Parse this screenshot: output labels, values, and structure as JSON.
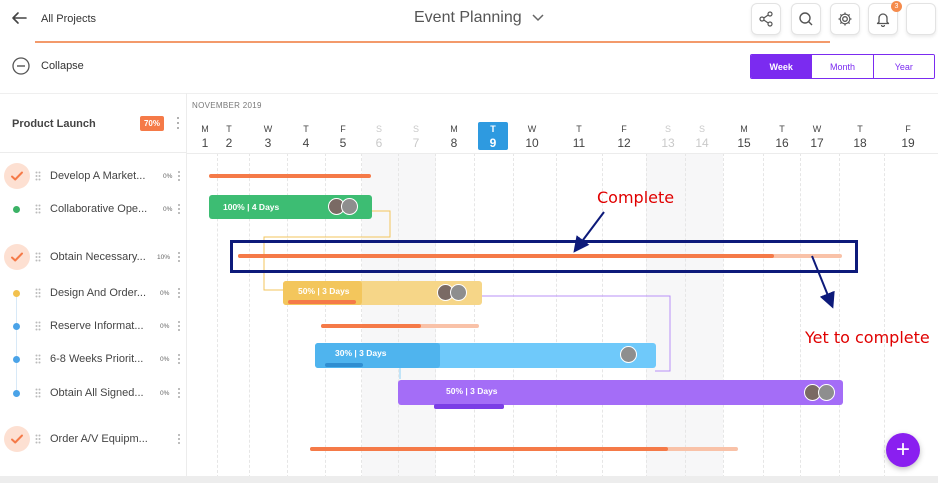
{
  "header": {
    "back_label": "All Projects",
    "title": "Event Planning",
    "notification_count": "3",
    "icons": [
      "share-icon",
      "search-icon",
      "gear-icon",
      "bell-icon"
    ]
  },
  "toolbar": {
    "collapse_label": "Collapse",
    "views": [
      "Week",
      "Month",
      "Year"
    ],
    "active_view": "Week"
  },
  "project": {
    "name": "Product Launch",
    "progress": "70%"
  },
  "tasks": [
    {
      "name": "Develop A Market...",
      "pct": "0%",
      "status": "check",
      "progress": 0.0
    },
    {
      "name": "Collaborative Ope...",
      "pct": "0%",
      "status": "dot",
      "dot_color": "#3bb266",
      "progress": 0.0
    },
    {
      "name": "Obtain Necessary...",
      "pct": "10%",
      "status": "check",
      "progress": 0.1
    },
    {
      "name": "Design And Order...",
      "pct": "0%",
      "status": "dot",
      "dot_color": "#f2c14e",
      "progress": 0.0
    },
    {
      "name": "Reserve Informat...",
      "pct": "0%",
      "status": "dot",
      "dot_color": "#4aa3e8",
      "progress": 0.0
    },
    {
      "name": "6-8 Weeks Priorit...",
      "pct": "0%",
      "status": "dot",
      "dot_color": "#4aa3e8",
      "progress": 0.0
    },
    {
      "name": "Obtain All Signed...",
      "pct": "0%",
      "status": "dot",
      "dot_color": "#4aa3e8",
      "progress": 0.0
    },
    {
      "name": "Order A/V Equipm...",
      "pct": "",
      "status": "check",
      "progress": 0.0
    }
  ],
  "timeline": {
    "month": "NOVEMBER 2019",
    "today": "9",
    "days": [
      {
        "d": "M",
        "n": "1"
      },
      {
        "d": "T",
        "n": "2"
      },
      {
        "d": "W",
        "n": "3"
      },
      {
        "d": "T",
        "n": "4"
      },
      {
        "d": "F",
        "n": "5"
      },
      {
        "d": "S",
        "n": "6",
        "weekend": true
      },
      {
        "d": "S",
        "n": "7",
        "weekend": true
      },
      {
        "d": "M",
        "n": "8"
      },
      {
        "d": "T",
        "n": "9",
        "today": true
      },
      {
        "d": "W",
        "n": "10"
      },
      {
        "d": "T",
        "n": "11"
      },
      {
        "d": "F",
        "n": "12"
      },
      {
        "d": "S",
        "n": "13",
        "weekend": true
      },
      {
        "d": "S",
        "n": "14",
        "weekend": true
      },
      {
        "d": "M",
        "n": "15"
      },
      {
        "d": "T",
        "n": "16"
      },
      {
        "d": "W",
        "n": "17"
      },
      {
        "d": "T",
        "n": "18"
      },
      {
        "d": "F",
        "n": "19"
      }
    ]
  },
  "bars": [
    {
      "label": "100% | 4 Days",
      "color": "#3dbd73",
      "progress": 1.0
    },
    {
      "label": "50% | 3 Days",
      "color": "#f3c65c",
      "progress": 0.5
    },
    {
      "label": "30% | 3 Days",
      "color": "#5cc0f7",
      "progress": 0.3
    },
    {
      "label": "50% | 3 Days",
      "color": "#a46df7",
      "progress": 0.5
    }
  ],
  "annotations": {
    "complete": "Complete",
    "yet_to_complete": "Yet to complete"
  },
  "colors": {
    "accent": "#7b2bf0",
    "orange": "#f57a48",
    "annotation_red": "#e00000",
    "annotation_navy": "#0d1a7a"
  },
  "fab_icon": "plus-icon"
}
